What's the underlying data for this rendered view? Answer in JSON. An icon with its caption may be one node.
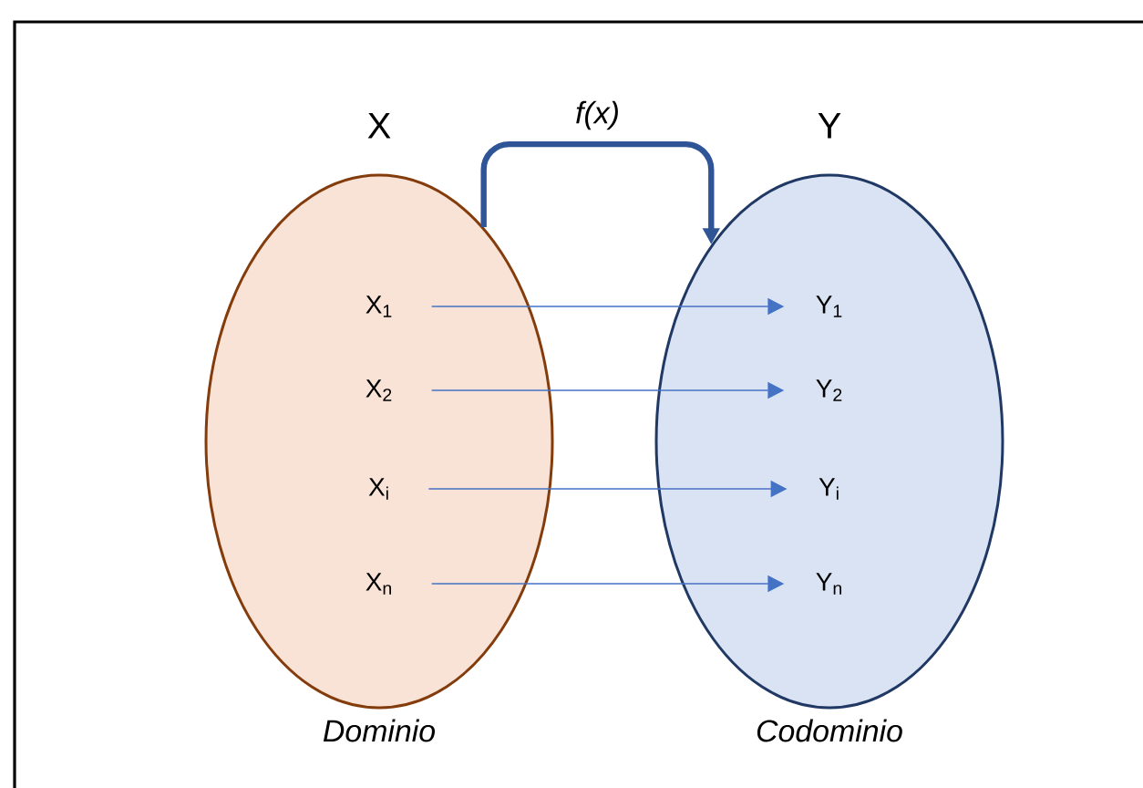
{
  "diagram": {
    "nodes": [
      {
        "text": [
          "X"
        ],
        "beside": [
          "Dominio"
        ]
      },
      {
        "text": [
          "Y"
        ],
        "beside": [
          "Codominio"
        ]
      },
      {
        "text": [
          "X$_{1}$"
        ],
        "in": 0
      },
      {
        "text": [
          "X$_{2}$"
        ],
        "in": 0
      },
      {
        "text": [
          "X$_{i}$"
        ],
        "in": 0
      },
      {
        "text": [
          "X$_{n}$"
        ],
        "in": 0
      },
      {
        "text": [
          "Y$_{1}$"
        ],
        "in": 1
      },
      {
        "text": [
          "Y$_{2}$"
        ],
        "in": 1
      },
      {
        "text": [
          "Y$_{i}$"
        ],
        "in": 1
      },
      {
        "text": [
          "Y$_{n}$"
        ],
        "in": 1
      }
    ],
    "edges": [
      {
        "from": 0,
        "to": 1,
        "arrow": "to",
        "label": "f(x)",
        "style": "thick",
        "color": "#2f5597"
      },
      {
        "from": 2,
        "to": 6,
        "arrow": "to"
      },
      {
        "from": 3,
        "to": 7,
        "arrow": "to"
      },
      {
        "from": 4,
        "to": 8,
        "arrow": "to"
      },
      {
        "from": 5,
        "to": 9,
        "arrow": "to"
      }
    ]
  }
}
